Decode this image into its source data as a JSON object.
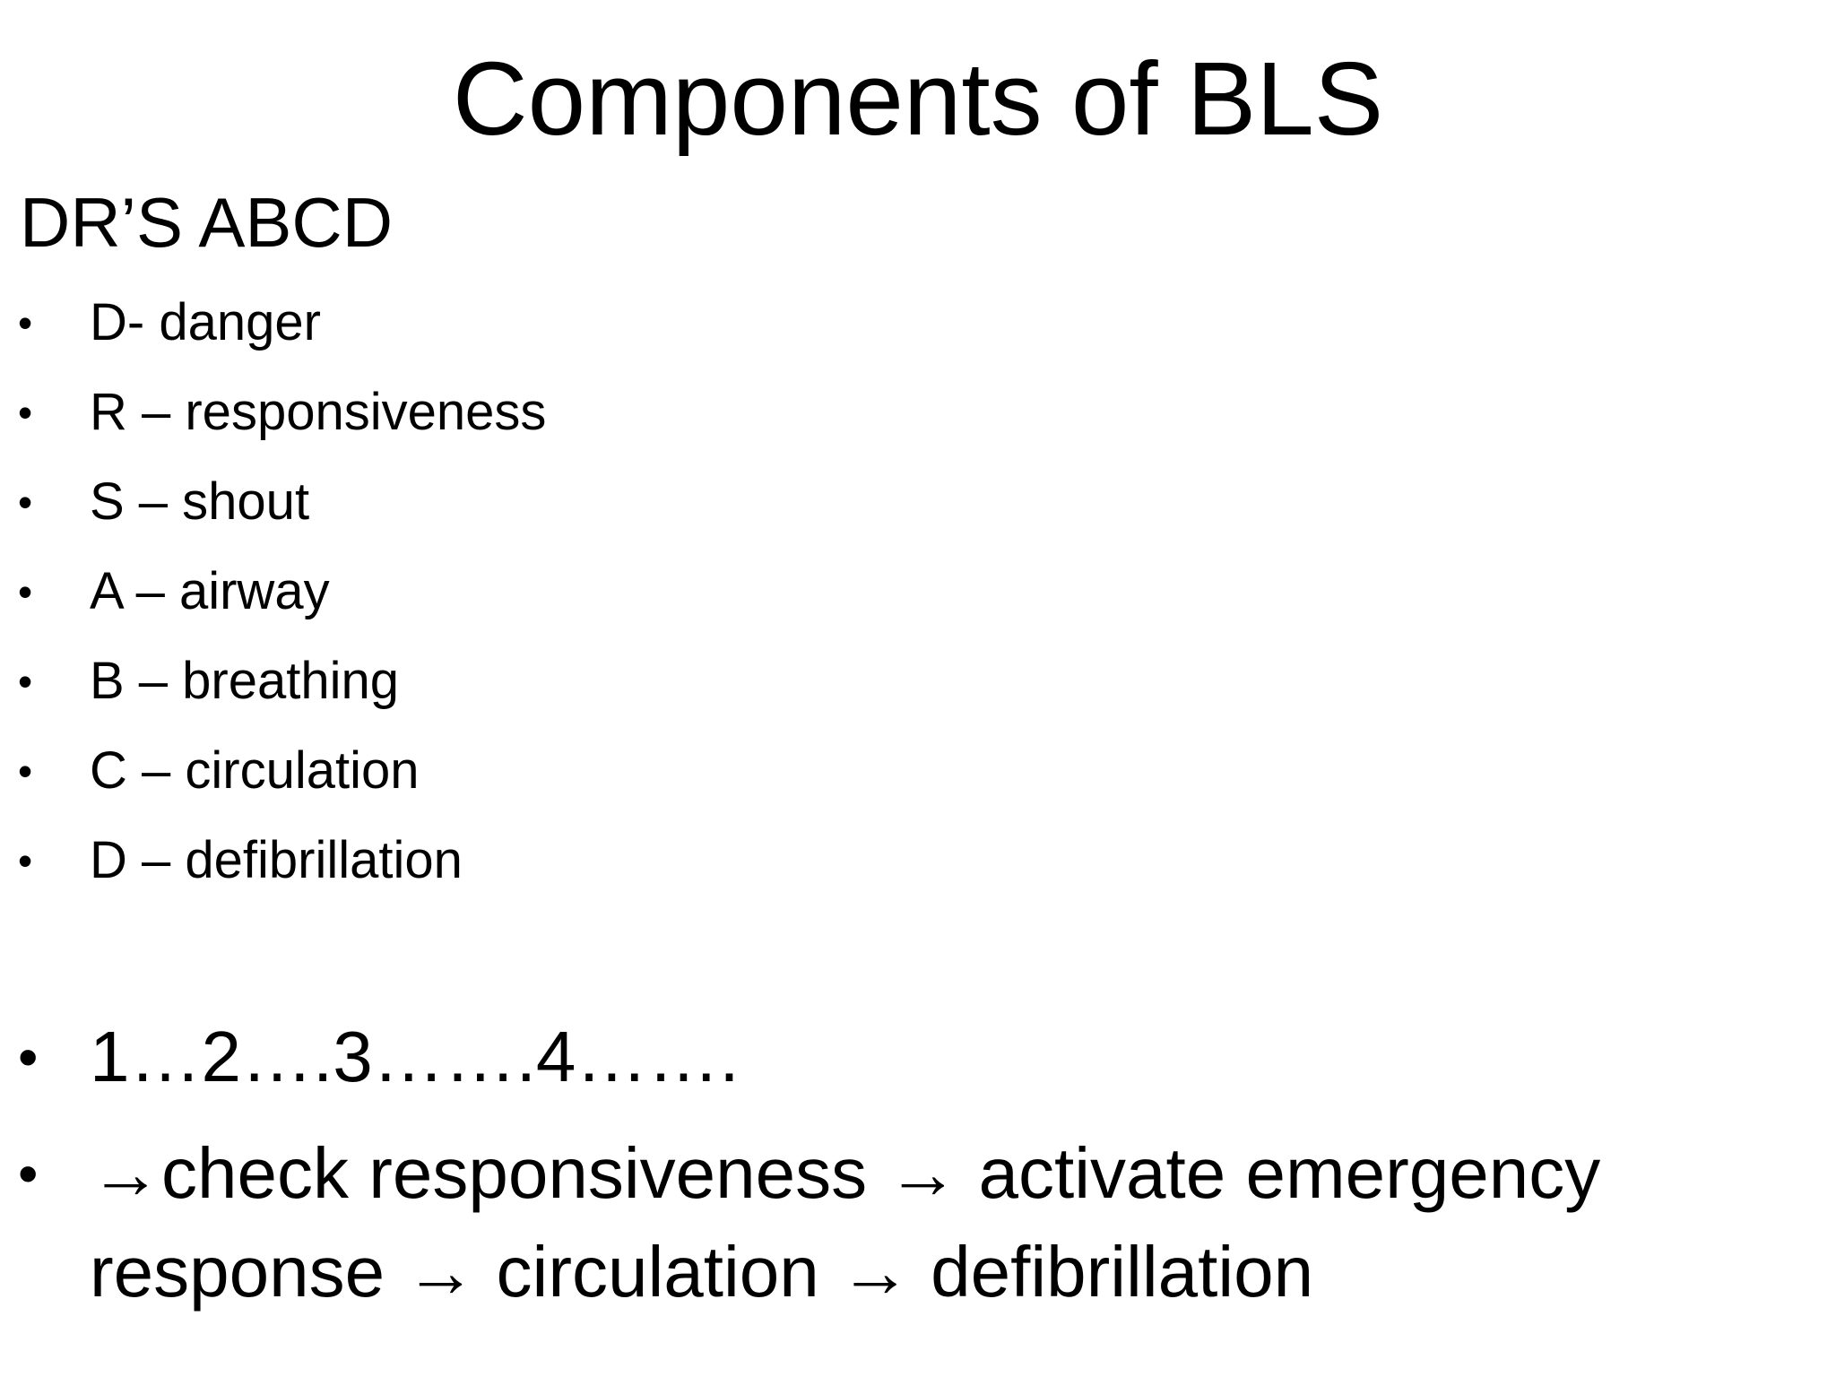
{
  "slide": {
    "title": "Components of BLS",
    "heading": "DR’S ABCD",
    "bullet_glyph": "•",
    "items": [
      "D- danger",
      "R – responsiveness",
      "S – shout",
      "A – airway",
      "B – breathing",
      "C – circulation",
      "D – defibrillation"
    ],
    "count_line": "1…2….3…….4…….",
    "sequence": [
      "→",
      "check responsiveness ",
      "→",
      " activate emergency response ",
      "→",
      " circulation ",
      "→",
      " defibrillation"
    ]
  }
}
